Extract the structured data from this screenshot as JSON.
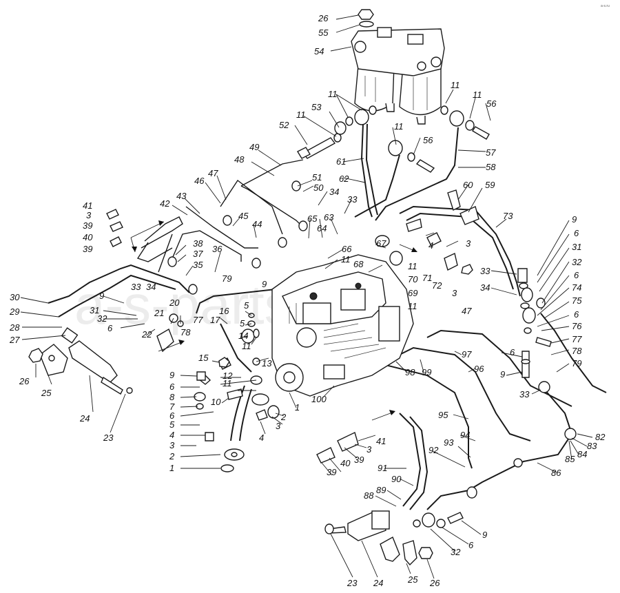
{
  "watermark": "a-s-parts.ru",
  "corner_mark": "a-s.ru",
  "callouts": {
    "c26a": "26",
    "c55": "55",
    "c54": "54",
    "c11a": "11",
    "c53": "53",
    "c11b": "11",
    "c52": "52",
    "c11c": "11",
    "c11d": "11",
    "c56a": "56",
    "c11e": "11",
    "c56b": "56",
    "c57": "57",
    "c58": "58",
    "c49": "49",
    "c48": "48",
    "c61": "61",
    "c62": "62",
    "c51": "51",
    "c50": "50",
    "c47": "47",
    "c46": "46",
    "c34a": "34",
    "c33a": "33",
    "c60": "60",
    "c59": "59",
    "c43": "43",
    "c42": "42",
    "c45": "45",
    "c44": "44",
    "c65": "65",
    "c63": "63",
    "c73": "73",
    "c41a": "41",
    "c3a": "3",
    "c39a": "39",
    "c40a": "40",
    "c39b": "39",
    "c38": "38",
    "c37": "37",
    "c35": "35",
    "c36": "36",
    "c64": "64",
    "c66": "66",
    "c11f": "11",
    "c67": "67",
    "c4a": "4",
    "c3b": "3",
    "c9a": "9",
    "c6a": "6",
    "c31a": "31",
    "c68": "68",
    "c11g": "11",
    "c70": "70",
    "c71": "71",
    "c72": "72",
    "c3c": "3",
    "c33b": "33",
    "c34b": "34",
    "c32a": "32",
    "c6b": "6",
    "c74": "74",
    "c79": "79",
    "c9b": "9",
    "c33c": "33",
    "c34c": "34",
    "c30": "30",
    "c29": "29",
    "c28": "28",
    "c27": "27",
    "c9c": "9",
    "c31b": "31",
    "c32b": "32",
    "c6c": "6",
    "c20": "20",
    "c21": "21",
    "c22": "22",
    "c5a": "5",
    "c78a": "78",
    "c77a": "77",
    "c16": "16",
    "c17": "17",
    "c5b": "5",
    "c14": "14",
    "c11h": "11",
    "c69": "69",
    "c11i": "11",
    "c47b": "47",
    "c75": "75",
    "c6d": "6",
    "c76": "76",
    "c77b": "77",
    "c78b": "78",
    "c79b": "79",
    "c26b": "26",
    "c25a": "25",
    "c24a": "24",
    "c23a": "23",
    "c15": "15",
    "c13": "13",
    "c9d": "9",
    "c12": "12",
    "c6e": "6",
    "c11j": "11",
    "c8": "8",
    "c7a": "7",
    "c10": "10",
    "c6f": "6",
    "c5c": "5",
    "c4b": "4",
    "c3d": "3",
    "c2a": "2",
    "c1a": "1",
    "c2b": "2",
    "c3e": "3",
    "c4c": "4",
    "c1b": "1",
    "c100": "100",
    "c98": "98",
    "c99": "99",
    "c97": "97",
    "c96": "96",
    "c6g": "6",
    "c9e": "9",
    "c33d": "33",
    "c95": "95",
    "c41b": "41",
    "c3f": "3",
    "c39c": "39",
    "c40b": "40",
    "c39d": "39",
    "c93": "93",
    "c94": "94",
    "c92": "92",
    "c91": "91",
    "c90": "90",
    "c89": "89",
    "c88": "88",
    "c82": "82",
    "c83": "83",
    "c84": "84",
    "c85": "85",
    "c86": "86",
    "c9f": "9",
    "c6h": "6",
    "c32c": "32",
    "c23b": "23",
    "c24b": "24",
    "c25b": "25",
    "c26c": "26"
  }
}
